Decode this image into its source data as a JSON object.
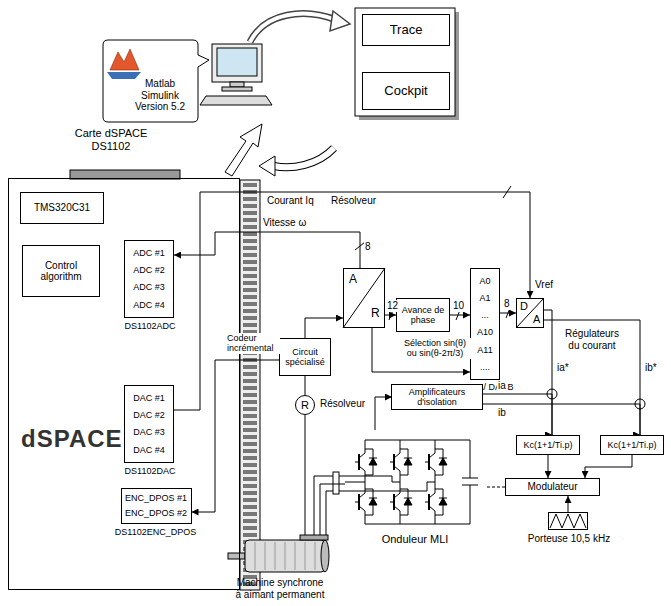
{
  "diagram": {
    "nodes": [
      {
        "text": [
          "Matlab Simulink Version 5.2"
        ]
      },
      {
        "text": [
          "Trace"
        ]
      },
      {
        "text": [
          "Cockpit"
        ]
      },
      {
        "text": [
          "Carte dSPACE DS1102",
          "dSPACE"
        ]
      },
      {
        "text": [
          "TMS320C31"
        ],
        "in": 3
      },
      {
        "text": [
          "Control algorithm"
        ],
        "in": 3
      },
      {
        "text": [
          "ADC #1",
          "ADC #2",
          "ADC #3",
          "ADC #4",
          "DS1102ADC"
        ],
        "in": 3
      },
      {
        "text": [
          "DAC #1",
          "DAC #2",
          "DAC #3",
          "DAC #4",
          "DS1102DAC"
        ],
        "in": 3
      },
      {
        "text": [
          "ENC_DPOS #1",
          "ENC_DPOS #2",
          "DS1102ENC_DPOS"
        ],
        "in": 3
      },
      {
        "text": [
          "A",
          "R"
        ]
      },
      {
        "text": [
          "Avance de phase"
        ]
      },
      {
        "text": [
          "A0",
          "A1",
          "...",
          "A10",
          "A11",
          "....",
          "DACA/ DACB"
        ]
      },
      {
        "text": [
          "D",
          "A"
        ]
      },
      {
        "text": [
          "Circuit spécialisé"
        ]
      },
      {
        "text": [
          "R",
          "Résolveur"
        ]
      },
      {
        "text": [
          "Amplificateurs d'isolation"
        ]
      },
      {
        "text": [
          "Kc(1+1/Ti.p)"
        ]
      },
      {
        "text": [
          "Kc(1+1/Ti.p)"
        ]
      },
      {
        "text": [
          "Modulateur"
        ]
      },
      {
        "text": [
          "Porteuse 10,5 kHz"
        ]
      },
      {
        "text": [
          "Onduleur MLI"
        ]
      },
      {
        "text": [
          "Machine synchrone à aimant permanent"
        ]
      }
    ],
    "edges": [
      {
        "from": 7,
        "to": 12,
        "label": "Courant Iq",
        "arrow": "to"
      },
      {
        "from": 9,
        "to": 6,
        "label": "Vitesse ω",
        "arrow": "to"
      },
      {
        "from": 14,
        "to": 13,
        "arrow": "none"
      },
      {
        "from": 13,
        "to": 9,
        "arrow": "to"
      },
      {
        "from": 13,
        "to": 8,
        "label": "Codeur incrémental",
        "arrow": "to"
      },
      {
        "from": 9,
        "to": 10,
        "label": "12",
        "arrow": "to"
      },
      {
        "from": 10,
        "to": 11,
        "label": "10",
        "arrow": "to"
      },
      {
        "from": 11,
        "to": 12,
        "label": "8",
        "arrow": "to"
      },
      {
        "from": 9,
        "to": 11,
        "arrow": "to"
      },
      {
        "from": 12,
        "to": 16,
        "label": "ia*",
        "arrow": "to"
      },
      {
        "from": 12,
        "to": 17,
        "label": "ib*",
        "arrow": "to"
      },
      {
        "from": 15,
        "to": 16,
        "label": "ia",
        "arrow": "to"
      },
      {
        "from": 15,
        "to": 17,
        "label": "ib",
        "arrow": "to"
      },
      {
        "from": 20,
        "to": 15,
        "arrow": "to"
      },
      {
        "from": 16,
        "to": 18,
        "arrow": "to"
      },
      {
        "from": 17,
        "to": 18,
        "arrow": "to"
      },
      {
        "from": 19,
        "to": 18,
        "arrow": "to"
      },
      {
        "from": 18,
        "to": 20,
        "arrow": "none"
      },
      {
        "from": 20,
        "to": 21,
        "arrow": "none"
      },
      {
        "from": 21,
        "to": 14,
        "arrow": "none"
      }
    ],
    "labels": [
      "Résolveur",
      "8",
      "Sélection sin(θ) ou sin(θ-2π/3)",
      "Vref",
      "Régulateurs du courant"
    ]
  }
}
